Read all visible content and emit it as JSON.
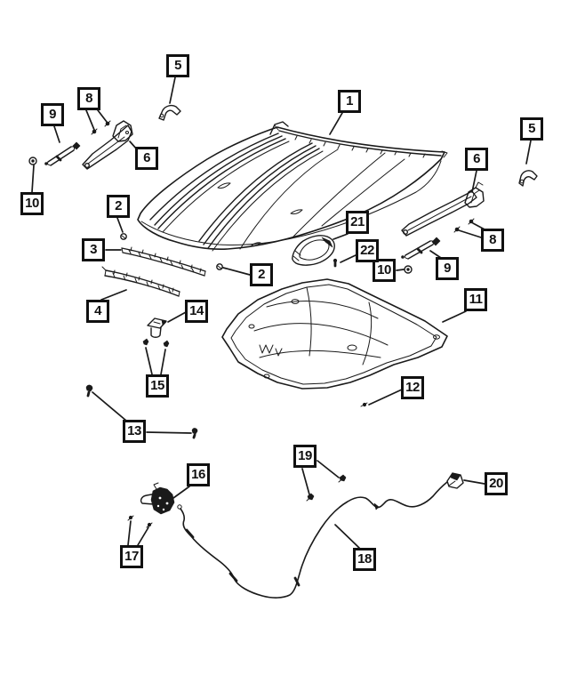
{
  "diagram": {
    "kind": "exploded-parts-line-drawing",
    "colors": {
      "background": "#ffffff",
      "line": "#1a1a1a",
      "callout_border": "#111111",
      "callout_fill": "#ffffff"
    },
    "callouts": [
      {
        "label": "1"
      },
      {
        "label": "2"
      },
      {
        "label": "2"
      },
      {
        "label": "3"
      },
      {
        "label": "4"
      },
      {
        "label": "5"
      },
      {
        "label": "5"
      },
      {
        "label": "6"
      },
      {
        "label": "6"
      },
      {
        "label": "8"
      },
      {
        "label": "8"
      },
      {
        "label": "9"
      },
      {
        "label": "9"
      },
      {
        "label": "10"
      },
      {
        "label": "10"
      },
      {
        "label": "11"
      },
      {
        "label": "12"
      },
      {
        "label": "13"
      },
      {
        "label": "14"
      },
      {
        "label": "15"
      },
      {
        "label": "16"
      },
      {
        "label": "17"
      },
      {
        "label": "18"
      },
      {
        "label": "19"
      },
      {
        "label": "20"
      },
      {
        "label": "21"
      },
      {
        "label": "22"
      }
    ]
  }
}
